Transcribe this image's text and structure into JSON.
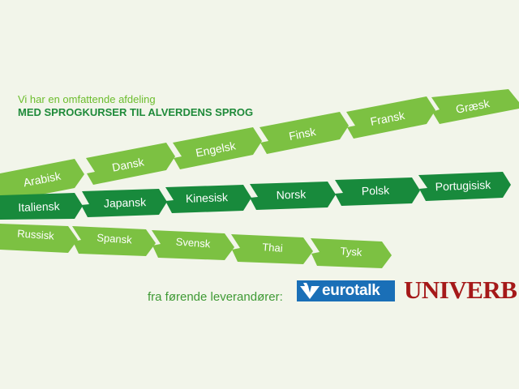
{
  "intro": {
    "line1": "Vi har en omfattende afdeling",
    "line2": "MED SPROGKURSER TIL ALVERDENS SPROG"
  },
  "rows": [
    [
      "Arabisk",
      "Dansk",
      "Engelsk",
      "Finsk",
      "Fransk",
      "Græsk"
    ],
    [
      "Italiensk",
      "Japansk",
      "Kinesisk",
      "Norsk",
      "Polsk",
      "Portugisisk"
    ],
    [
      "Russisk",
      "Spansk",
      "Svensk",
      "Thai",
      "Tysk"
    ]
  ],
  "colors": {
    "light_green": "#7cc142",
    "dark_green": "#188a3c",
    "intro_light": "#6cbd2d",
    "intro_dark": "#1f8a3a",
    "eurotalk_blue": "#1a6fb7",
    "univerb_red": "#a51919"
  },
  "suppliers": {
    "label": "fra førende leverandører:",
    "logo1": "eurotalk",
    "logo2": "UNIVERB"
  }
}
